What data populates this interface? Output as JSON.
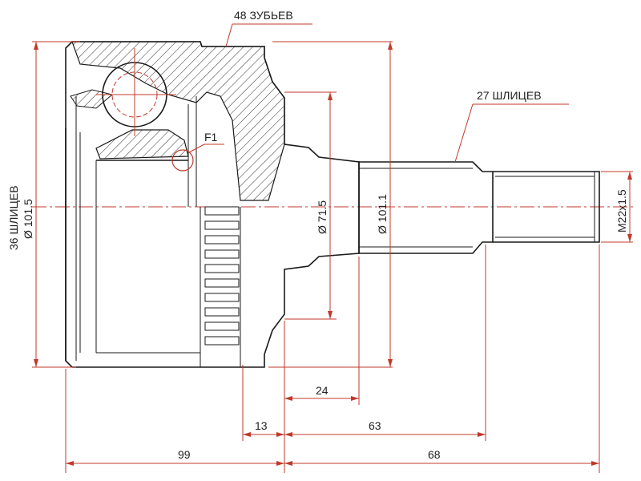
{
  "labels": {
    "teeth": "48 ЗУБЬЕВ",
    "outer_splines": "27 ШЛИЦЕВ",
    "inner_splines": "36 ШЛИЦЕВ",
    "inner_diameter": "Ø 101.5",
    "feature": "F1",
    "diameter_neck": "Ø 71.5",
    "diameter_housing": "Ø 101.1",
    "thread": "M22x1.5",
    "dim_24": "24",
    "dim_13": "13",
    "dim_63": "63",
    "dim_99": "99",
    "dim_68": "68"
  },
  "colors": {
    "dimension": "#c0392b",
    "outline": "#1a1a1a"
  }
}
